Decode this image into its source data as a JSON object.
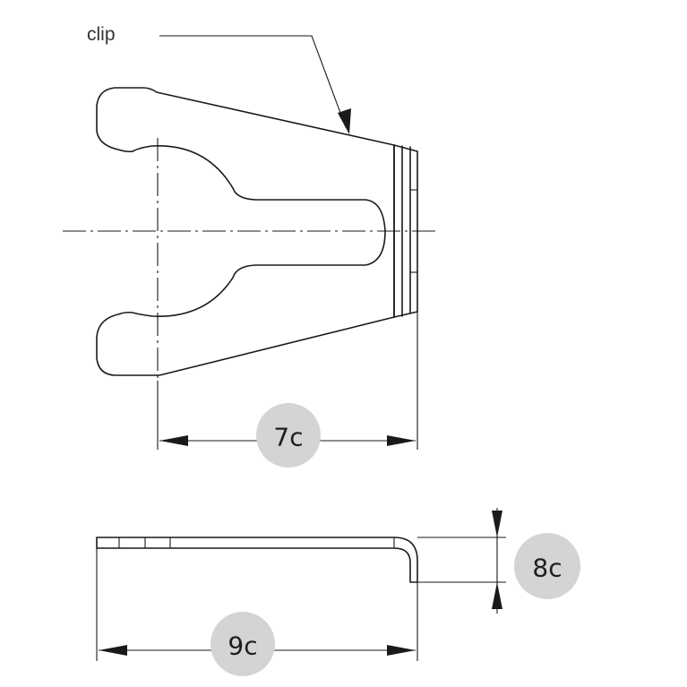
{
  "labels": {
    "clip": "clip"
  },
  "dimensions": {
    "top_width": "7c",
    "side_thickness": "8c",
    "side_length": "9c"
  },
  "colors": {
    "line": "#1a1a1a",
    "badge_fill": "#d4d4d4",
    "badge_text": "#1e1e1e"
  }
}
